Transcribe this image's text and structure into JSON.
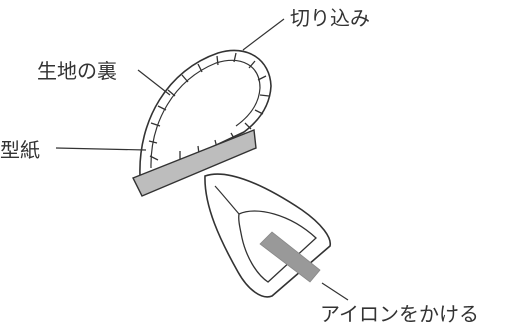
{
  "labels": {
    "cuts": "切り込み",
    "fabric_back": "生地の裏",
    "pattern_paper": "型紙",
    "iron_action": "アイロンをかける"
  },
  "colors": {
    "line": "#333333",
    "pattern_fill": "#bdbdbd",
    "iron_handle": "#999999",
    "background": "#ffffff"
  }
}
